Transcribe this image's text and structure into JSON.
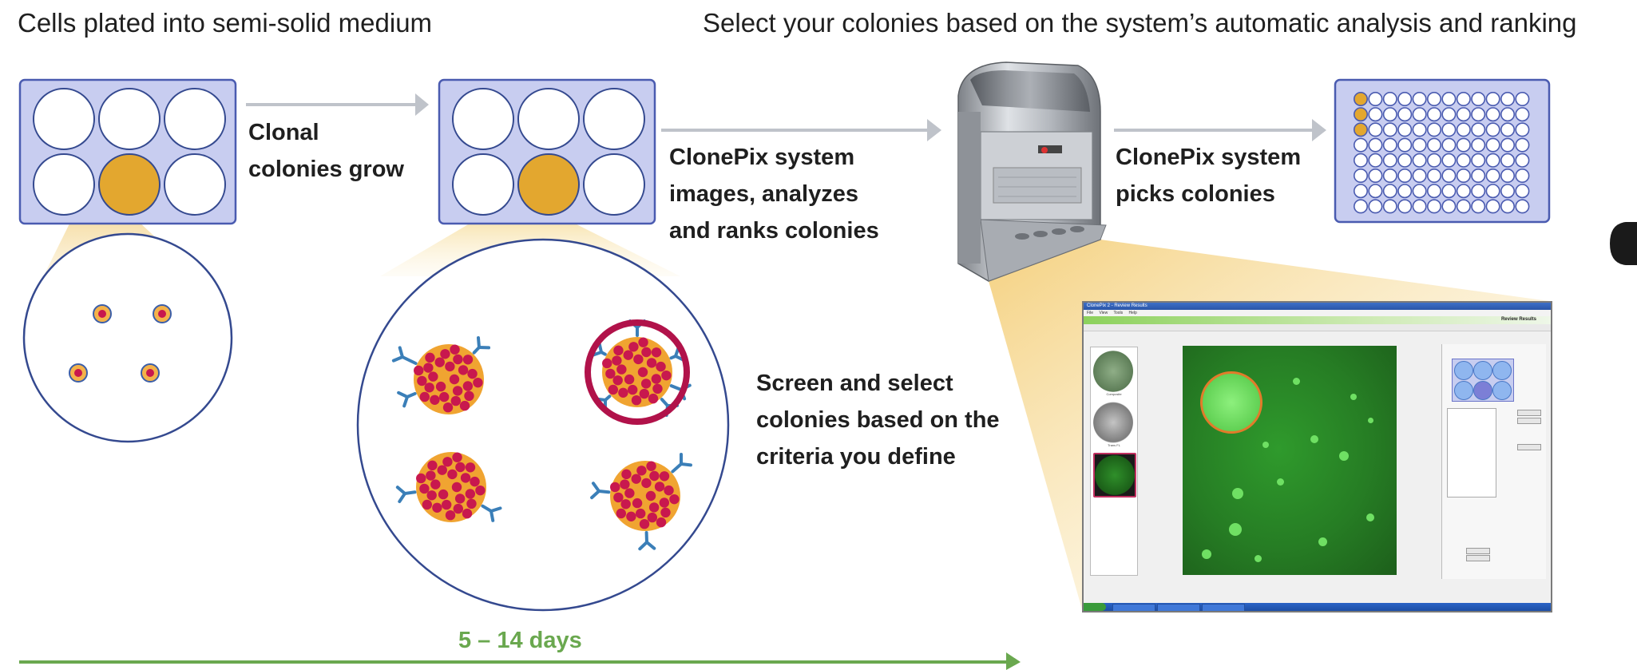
{
  "headings": {
    "left": "Cells plated into semi-solid medium",
    "right": "Select your colonies based on the system’s automatic analysis and ranking"
  },
  "steps": {
    "clonal_grow": [
      "Clonal",
      "colonies grow"
    ],
    "images_analyzes": [
      "ClonePix system",
      "images, analyzes",
      "and ranks colonies"
    ],
    "picks": [
      "ClonePix system",
      "picks colonies"
    ],
    "screen_select": [
      "Screen and select",
      "colonies based on the",
      "criteria you define"
    ]
  },
  "timeline": {
    "label": "5 – 14 days"
  },
  "colors": {
    "plate_fill": "#c8cdf0",
    "plate_stroke": "#4a5bb0",
    "well_stroke": "#34498f",
    "highlight_well": "#e3a72f",
    "arrow_gray": "#bfc3ca",
    "timeline_green": "#6aa84f",
    "colony_orange": "#f0a431",
    "colony_red": "#c8184e",
    "antibody_blue": "#3b7fb8",
    "selection_ring": "#b1124a"
  },
  "screenshot": {
    "window_title": "ClonePix 2 - Review Results",
    "menu": "File View Tools Help",
    "panel_title": "Review Results",
    "thumb_captions": [
      "Composite",
      "Trans FL",
      ""
    ]
  }
}
